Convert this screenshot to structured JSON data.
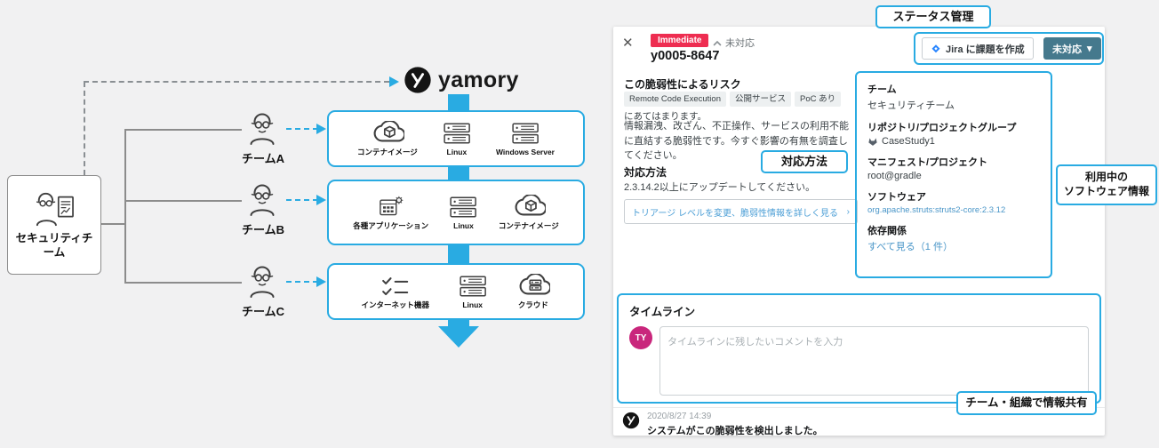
{
  "colors": {
    "accent_blue": "#29abe2",
    "severity_red": "#ee2d51",
    "status_teal": "#45798d",
    "link_blue": "#4a96c8",
    "avatar_magenta": "#c9267c",
    "jira_blue": "#2684ff"
  },
  "icons": {
    "close": "✕",
    "caret_down": "▾",
    "chevron_right": "›"
  },
  "diagram": {
    "security_team": {
      "line1": "セキュリティチ",
      "line2": "ーム"
    },
    "logo_text": "yamory",
    "teams": [
      {
        "label": "チームA",
        "assets": [
          {
            "icon": "container-image",
            "label": "コンテナイメージ"
          },
          {
            "icon": "server",
            "label": "Linux"
          },
          {
            "icon": "server",
            "label": "Windows Server"
          }
        ]
      },
      {
        "label": "チームB",
        "assets": [
          {
            "icon": "applications",
            "label": "各種アプリケーション"
          },
          {
            "icon": "server",
            "label": "Linux"
          },
          {
            "icon": "container-image",
            "label": "コンテナイメージ"
          }
        ]
      },
      {
        "label": "チームC",
        "assets": [
          {
            "icon": "internet-device",
            "label": "インターネット機器"
          },
          {
            "icon": "server",
            "label": "Linux"
          },
          {
            "icon": "cloud",
            "label": "クラウド"
          }
        ]
      }
    ]
  },
  "callouts": {
    "status_management": "ステータス管理",
    "remediation": "対応方法",
    "software_line1": "利用中の",
    "software_line2": "ソフトウェア情報",
    "share": "チーム・組織で情報共有"
  },
  "panel": {
    "header": {
      "severity_badge": "Immediate",
      "triage_status": "未対応",
      "vuln_id": "y0005-8647",
      "jira_button": "Jira に課題を作成",
      "status_button": "未対応"
    },
    "risk": {
      "heading": "この脆弱性によるリスク",
      "tags": [
        "Remote Code Execution",
        "公開サービス",
        "PoC あり"
      ],
      "tags_suffix": "にあてはまります。",
      "description": "情報漏洩、改ざん、不正操作、サービスの利用不能に直結する脆弱性です。今すぐ影響の有無を調査してください。"
    },
    "remediation": {
      "heading": "対応方法",
      "text": "2.3.14.2以上にアップデートしてください。",
      "triage_button": "トリアージ レベルを変更、脆弱性情報を詳しく見る"
    },
    "details": {
      "team": {
        "label": "チーム",
        "value": "セキュリティチーム"
      },
      "repository": {
        "label": "リポジトリ/プロジェクトグループ",
        "value": "CaseStudy1"
      },
      "manifest": {
        "label": "マニフェスト/プロジェクト",
        "value": "root@gradle"
      },
      "software": {
        "label": "ソフトウェア",
        "value": "org.apache.struts:struts2-core:2.3.12"
      },
      "dependency": {
        "label": "依存関係",
        "value": "すべて見る（1 件）"
      }
    },
    "timeline": {
      "heading": "タイムライン",
      "avatar_initials": "TY",
      "comment_placeholder": "タイムラインに残したいコメントを入力",
      "event_time": "2020/8/27 14:39",
      "event_text": "システムがこの脆弱性を検出しました。"
    }
  }
}
